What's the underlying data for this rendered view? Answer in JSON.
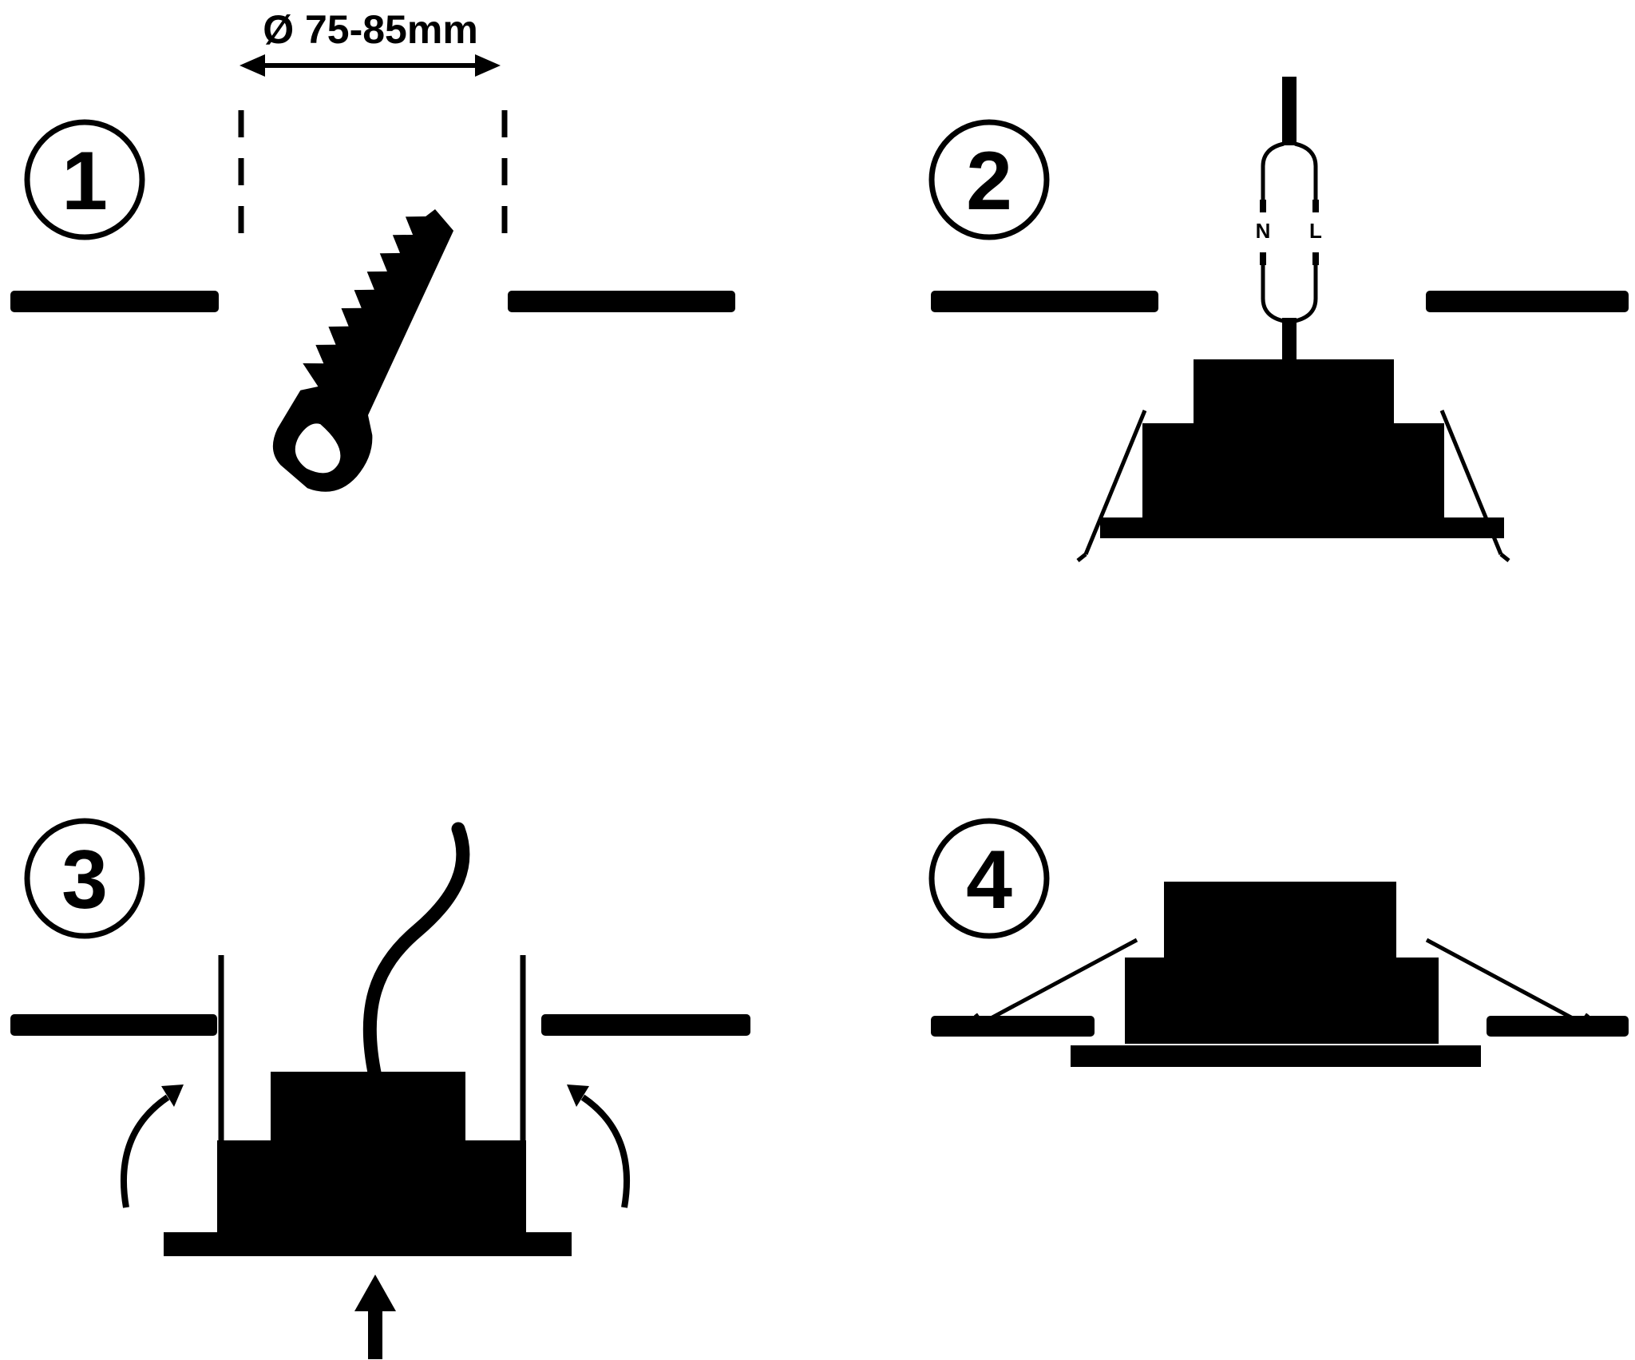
{
  "colors": {
    "ink": "#000000",
    "paper": "#ffffff"
  },
  "steps": [
    {
      "number": "1",
      "dimension_label": "Ø 75-85mm",
      "icon": "saw-icon"
    },
    {
      "number": "2",
      "wire_labels": {
        "neutral": "N",
        "live": "L"
      }
    },
    {
      "number": "3"
    },
    {
      "number": "4"
    }
  ]
}
